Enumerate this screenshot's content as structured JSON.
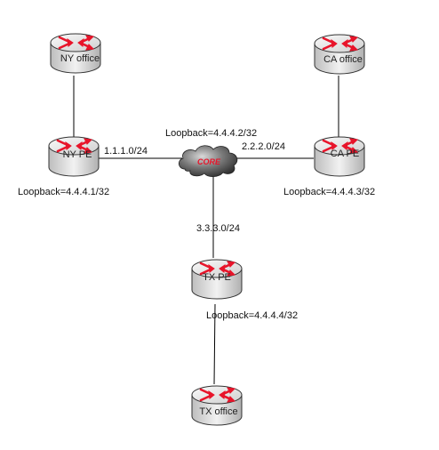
{
  "routers": [
    {
      "id": "ny-office",
      "label": "NY office"
    },
    {
      "id": "ca-office",
      "label": "CA office"
    },
    {
      "id": "ny-pe",
      "label": "NY PE"
    },
    {
      "id": "ca-pe",
      "label": "CA PE"
    },
    {
      "id": "tx-pe",
      "label": "TX PE"
    },
    {
      "id": "tx-office",
      "label": "TX office"
    }
  ],
  "core": {
    "label": "CORE"
  },
  "labels": {
    "ny_link": "1.1.1.0/24",
    "ca_link": "2.2.2.0/24",
    "tx_link": "3.3.3.0/24",
    "core_loopback": "Loopback=4.4.4.2/32",
    "ny_loopback": "Loopback=4.4.4.1/32",
    "ca_loopback": "Loopback=4.4.4.3/32",
    "tx_loopback": "Loopback=4.4.4.4/32"
  },
  "colors": {
    "router_arrows": "#e8142a",
    "core_text": "#e8142a",
    "links": "#000000"
  }
}
